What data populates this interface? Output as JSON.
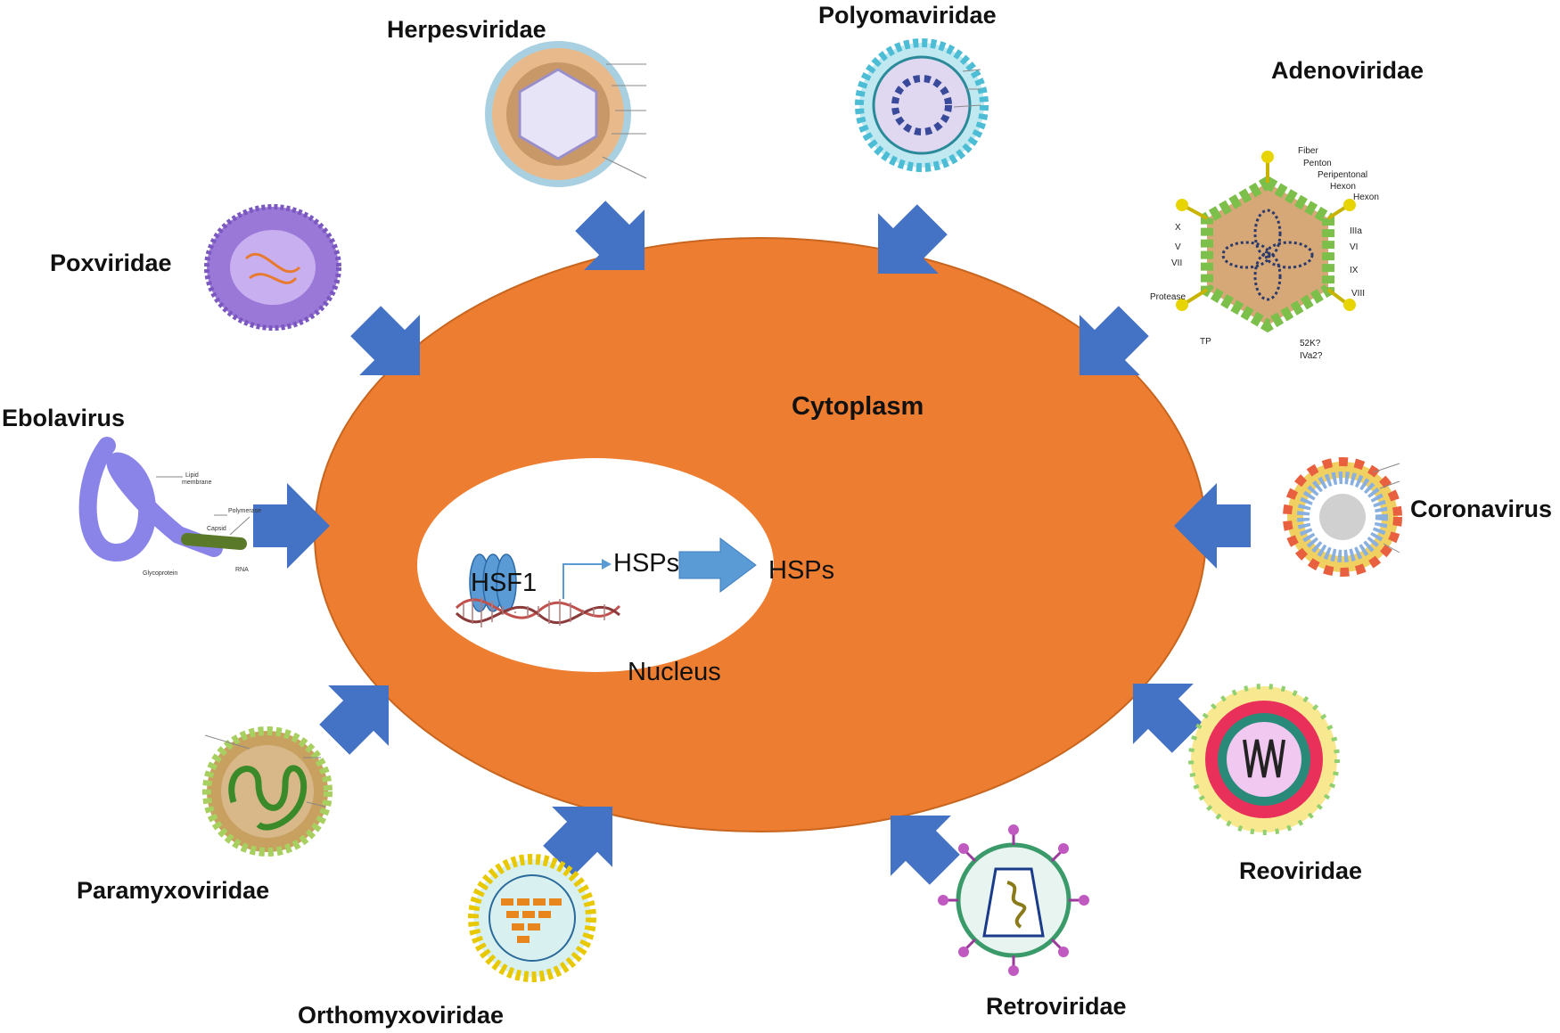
{
  "cell": {
    "cytoplasm_label": "Cytoplasm",
    "nucleus_label": "Nucleus",
    "hsf_label": "HSF1",
    "hsps_inner_label": "HSPs",
    "hsps_outer_label": "HSPs"
  },
  "viruses": {
    "herpesviridae": "Herpesviridae",
    "polyomaviridae": "Polyomaviridae",
    "adenoviridae": "Adenoviridae",
    "poxviridae": "Poxviridae",
    "ebolavirus": "Ebolavirus",
    "coronavirus": "Coronavirus",
    "paramyxoviridae": "Paramyxoviridae",
    "orthomyxoviridae": "Orthomyxoviridae",
    "retroviridae": "Retroviridae",
    "reoviridae": "Reoviridae"
  },
  "adenovirus_parts": {
    "fiber": "Fiber",
    "penton": "Penton",
    "peripentonal": "Peripentonal",
    "hexon1": "Hexon",
    "hexon2": "Hexon",
    "x": "X",
    "v": "V",
    "vii": "VII",
    "iiia": "IIIa",
    "vi": "VI",
    "ix": "IX",
    "viii": "VIII",
    "protease": "Protease",
    "tp": "TP",
    "k52": "52K?",
    "iva2": "IVa2?"
  },
  "ebola_parts": {
    "lipid": "Lipid",
    "membrane": "membrane",
    "capsid": "Capsid",
    "polymerase": "Polymerase",
    "glycoprotein": "Glycoprotein",
    "rna": "RNA"
  },
  "colors": {
    "cytoplasm": "#ED7D31",
    "nucleus": "#ffffff",
    "arrow": "#4472C4",
    "hsp_arrow": "#5B9BD5"
  }
}
